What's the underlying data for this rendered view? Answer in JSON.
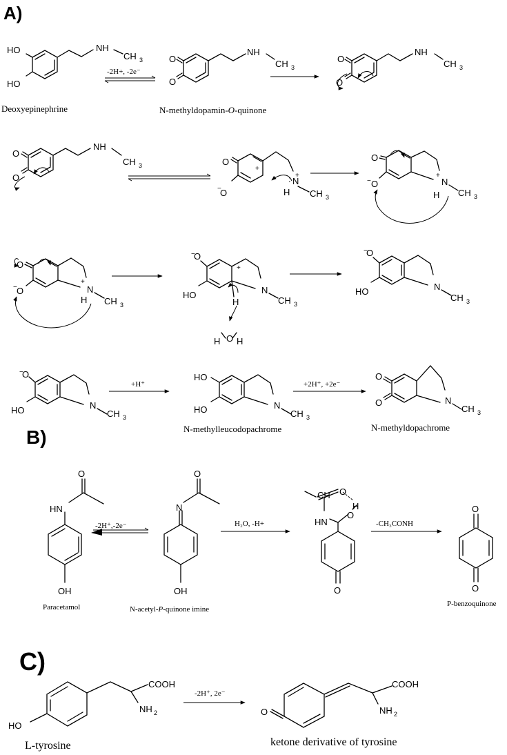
{
  "panels": {
    "a": "A)",
    "b": "B)",
    "c": "C)"
  },
  "names": {
    "deoxyepinephrine": "Deoxyepinephrine",
    "n_methyldopamin_quinone_pre": "N-methyldopamin-",
    "n_methyldopamin_quinone_it": "O",
    "n_methyldopamin_quinone_post": "-quinone",
    "n_methylleucodopachrome": "N-methylleucodopachrome",
    "n_methyldopachrome": "N-methyldopachrome",
    "paracetamol": "Paracetamol",
    "napqi_pre": "N-acetyl-",
    "napqi_it": "P",
    "napqi_post": "-quinone imine",
    "p_benzoquinone": "P-benzoquinone",
    "l_tyrosine": "L-tyrosine",
    "tyrosine_ketone": "ketone derivative of tyrosine"
  },
  "conditions": {
    "a_ox": "-2H+, -2e⁻",
    "a_protonation": "+H⁺",
    "a_reduction": "+2H⁺, +2e⁻",
    "b_ox": "-2H⁺,-2e⁻",
    "b_hydration": "H₂O, -H+",
    "b_elimination": "-CH₃CONH",
    "c_ox": "-2H⁺, 2e⁻"
  },
  "atoms": {
    "HO": "HO",
    "OH": "OH",
    "O": "O",
    "N": "N",
    "NH": "NH",
    "HN": "HN",
    "H": "H",
    "CH": "CH",
    "sub3": "3",
    "sub2": "2",
    "COOH": "COOH",
    "NH2": "NH",
    "plus": "+",
    "minus": "−",
    "lone": ":"
  }
}
